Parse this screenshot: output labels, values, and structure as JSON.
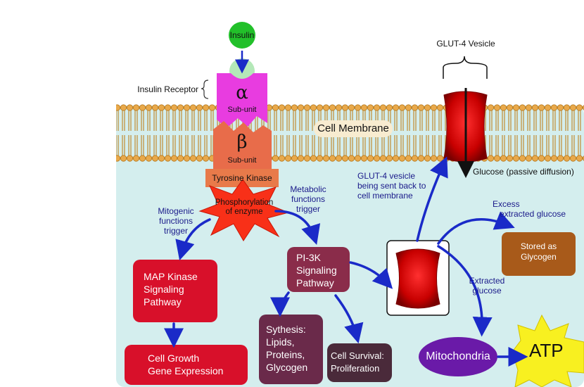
{
  "insulin": "Insulin",
  "insulin_receptor": "Insulin Receptor",
  "alpha": {
    "symbol": "α",
    "label": "Sub-unit"
  },
  "beta": {
    "symbol": "β",
    "label": "Sub-unit"
  },
  "tyrosine_kinase": "Tyrosine Kinase",
  "phosphorylation": [
    "Phosphorylation",
    "of enzyme"
  ],
  "cell_membrane": "Cell Membrane",
  "glut4_vesicle": "GLUT-4 Vesicle",
  "glucose_diffusion": "Glucose (passive diffusion)",
  "mitogenic": [
    "Mitogenic",
    "functions",
    "trigger"
  ],
  "metabolic": [
    "Metabolic",
    "functions",
    "trigger"
  ],
  "glut4_sent_back": [
    "GLUT-4 vesicle",
    "being sent back to",
    "cell membrane"
  ],
  "excess": [
    "Excess",
    "extracted glucose"
  ],
  "stored_glycogen": [
    "Stored as",
    "Glycogen"
  ],
  "extracted": [
    "Extracted",
    "glucose"
  ],
  "map_kinase": [
    "MAP Kinase",
    "Signaling",
    "Pathway"
  ],
  "cell_growth": [
    "Cell Growth",
    "Gene Expression"
  ],
  "pi3k": [
    "PI-3K",
    "Signaling",
    "Pathway"
  ],
  "synthesis": [
    "Sythesis:",
    "Lipids,",
    "Proteins,",
    "Glycogen"
  ],
  "cell_survival": [
    "Cell Survival:",
    "Proliferation"
  ],
  "mitochondria": "Mitochondria",
  "atp": "ATP",
  "colors": {
    "cytoplasm": "#d4eeee",
    "membrane": "#e0a84a",
    "insulin": "#22c02a",
    "alpha": "#e83ce0",
    "beta": "#e86c4a",
    "arrow": "#1a2ac8",
    "map_box": "#d8102a",
    "pi3k_box": "#8a2c4a",
    "synthesis_box": "#6a2a4a",
    "survival_box": "#4a2a3a",
    "glycogen_box": "#a85a1a",
    "mitochondria": "#6a1aa8",
    "atp": "#f8f020"
  }
}
